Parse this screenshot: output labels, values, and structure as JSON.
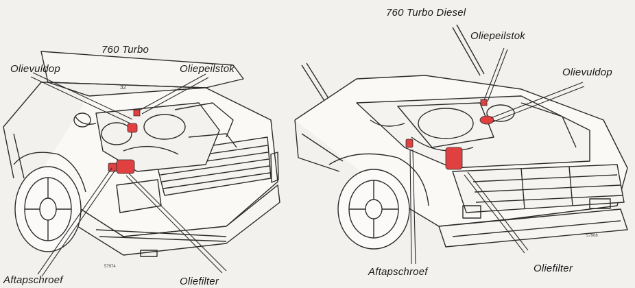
{
  "left_diagram": {
    "title": "760 Turbo",
    "labels": {
      "oil_filler_cap": "Olievuldop",
      "dipstick": "Oliepeilstok",
      "drain_plug": "Aftapschroef",
      "oil_filter": "Oliefilter"
    }
  },
  "right_diagram": {
    "title": "760 Turbo Diesel",
    "labels": {
      "dipstick": "Oliepeilstok",
      "oil_filler_cap": "Olievuldop",
      "drain_plug": "Aftapschroef",
      "oil_filter": "Oliefilter"
    }
  },
  "colors": {
    "highlight": "#e04040",
    "line": "#2b2b2b",
    "background": "#f2f1ee"
  }
}
